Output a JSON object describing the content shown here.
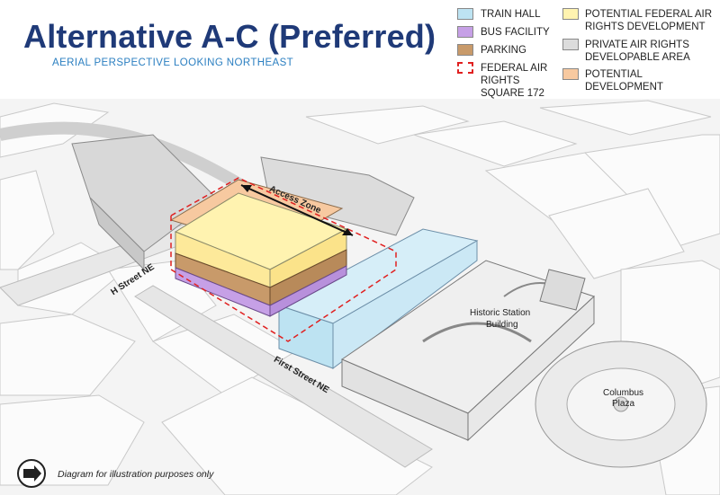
{
  "header": {
    "title": "Alternative A-C (Preferred)",
    "subtitle": "AERIAL PERSPECTIVE LOOKING NORTHEAST"
  },
  "legend": {
    "items": [
      {
        "label": "TRAIN HALL",
        "color": "#bde3f2"
      },
      {
        "label": "BUS FACILITY",
        "color": "#c6a0e6"
      },
      {
        "label": "PARKING",
        "color": "#c89a6a"
      },
      {
        "label": "FEDERAL AIR RIGHTS SQUARE 172",
        "color": "#e02020"
      },
      {
        "label": "POTENTIAL FEDERAL AIR RIGHTS DEVELOPMENT",
        "color": "#fff3b0"
      },
      {
        "label": "PRIVATE AIR RIGHTS DEVELOPABLE AREA",
        "color": "#dcdcdc"
      },
      {
        "label": "POTENTIAL DEVELOPMENT",
        "color": "#f7c9a0"
      }
    ]
  },
  "map_labels": {
    "access_zone": "Access Zone",
    "h_street": "H Street NE",
    "first_street": "First Street NE",
    "historic_station_line1": "Historic Station",
    "historic_station_line2": "Building",
    "columbus_line1": "Columbus",
    "columbus_line2": "Plaza"
  },
  "footer": {
    "note": "Diagram for illustration purposes only",
    "north_icon": "north-arrow-icon"
  }
}
